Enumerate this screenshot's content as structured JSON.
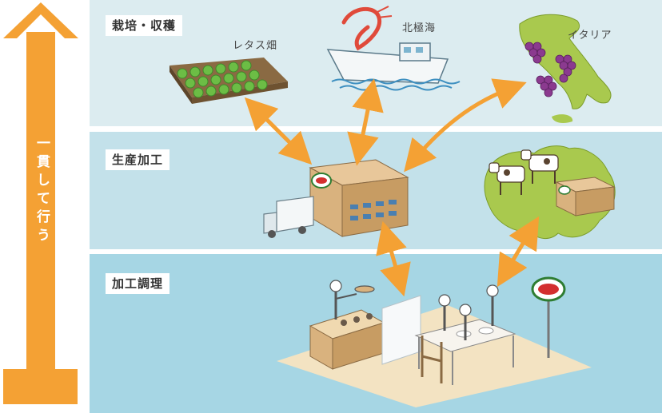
{
  "vertical_label": "一貫して行う",
  "sections": {
    "cultivation": "栽培・収穫",
    "production": "生産加工",
    "cooking": "加工調理"
  },
  "places": {
    "lettuce": "レタス畑",
    "north_sea": "北極海",
    "italy": "イタリア"
  },
  "colors": {
    "arrow": "#f4a134",
    "band_top": "#dcecf0",
    "band_mid": "#c3e1ea",
    "band_bottom": "#a6d6e4"
  }
}
